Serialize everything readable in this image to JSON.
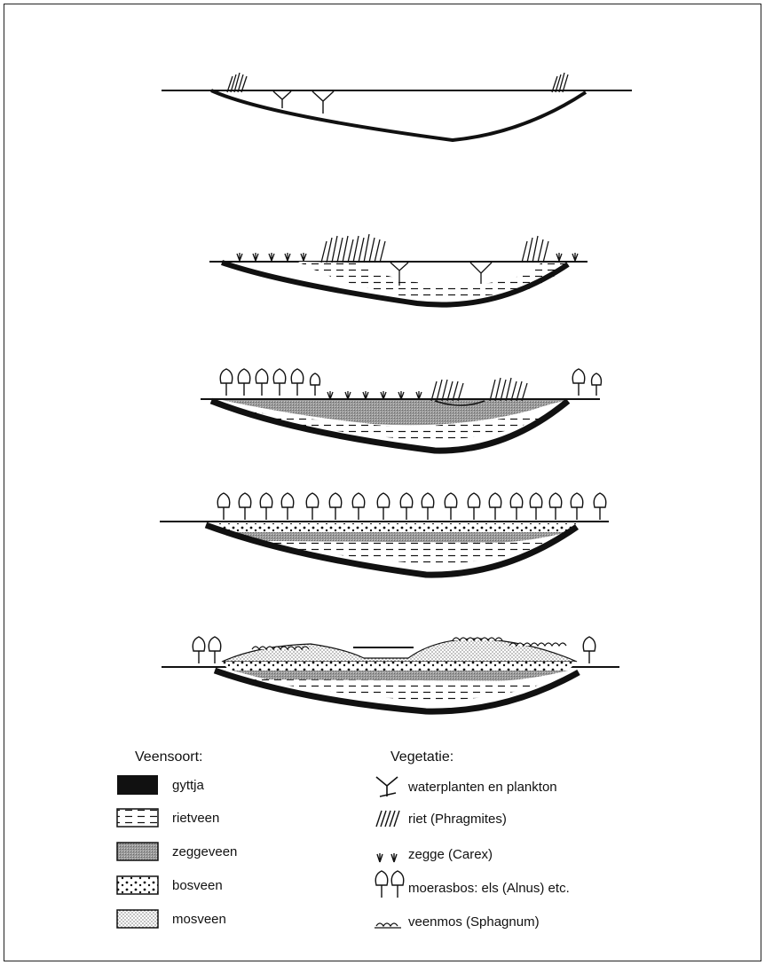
{
  "legend": {
    "peat_heading": "Veensoort:",
    "vegetation_heading": "Vegetatie:",
    "peat_types": [
      {
        "key": "gyttja",
        "label": "gyttja"
      },
      {
        "key": "rietveen",
        "label": "rietveen"
      },
      {
        "key": "zeggeveen",
        "label": "zeggeveen"
      },
      {
        "key": "bosveen",
        "label": "bosveen"
      },
      {
        "key": "mosveen",
        "label": "mosveen"
      }
    ],
    "vegetation_types": [
      {
        "key": "waterplanten",
        "label": "waterplanten en plankton"
      },
      {
        "key": "riet",
        "label": "riet (Phragmites)"
      },
      {
        "key": "zegge",
        "label": "zegge (Carex)"
      },
      {
        "key": "moerasbos",
        "label": "moerasbos: els (Alnus) etc."
      },
      {
        "key": "veenmos",
        "label": "veenmos (Sphagnum)"
      }
    ]
  }
}
